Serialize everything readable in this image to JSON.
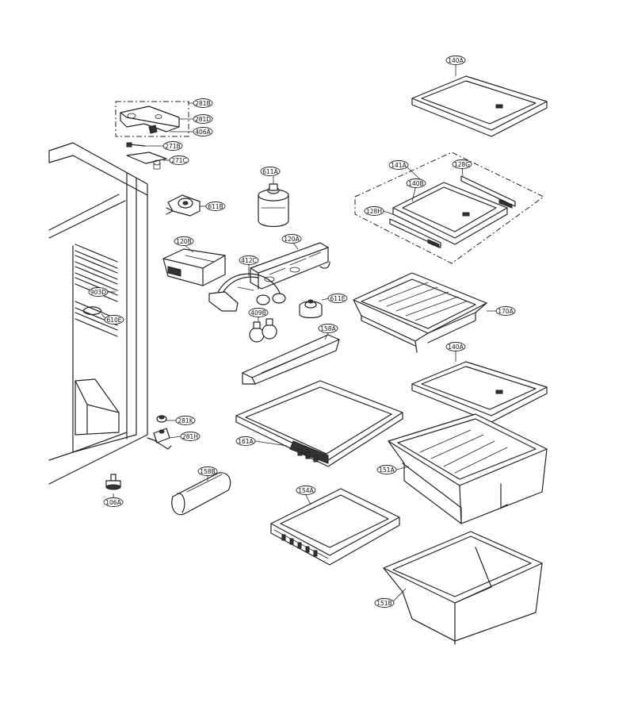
{
  "labels": [
    {
      "id": "140A_top",
      "text": "140A"
    },
    {
      "id": "281B",
      "text": "281B"
    },
    {
      "id": "281D",
      "text": "281D"
    },
    {
      "id": "406A",
      "text": "406A"
    },
    {
      "id": "271B",
      "text": "271B"
    },
    {
      "id": "271C",
      "text": "271C"
    },
    {
      "id": "611A",
      "text": "611A"
    },
    {
      "id": "141A",
      "text": "141A"
    },
    {
      "id": "128G",
      "text": "128G"
    },
    {
      "id": "140B",
      "text": "140B"
    },
    {
      "id": "128H",
      "text": "128H"
    },
    {
      "id": "611B",
      "text": "611B"
    },
    {
      "id": "120B",
      "text": "120B"
    },
    {
      "id": "120A",
      "text": "120A"
    },
    {
      "id": "412C",
      "text": "412C"
    },
    {
      "id": "903D",
      "text": "903D"
    },
    {
      "id": "611E",
      "text": "611E"
    },
    {
      "id": "170A",
      "text": "170A"
    },
    {
      "id": "409B",
      "text": "409B"
    },
    {
      "id": "610E",
      "text": "610E"
    },
    {
      "id": "158A",
      "text": "158A"
    },
    {
      "id": "140A_mid",
      "text": "140A"
    },
    {
      "id": "281K",
      "text": "281K"
    },
    {
      "id": "281H",
      "text": "281H"
    },
    {
      "id": "161A",
      "text": "161A"
    },
    {
      "id": "151A",
      "text": "151A"
    },
    {
      "id": "158B",
      "text": "158B"
    },
    {
      "id": "106A",
      "text": "106A"
    },
    {
      "id": "154A",
      "text": "154A"
    },
    {
      "id": "151B",
      "text": "151B"
    }
  ]
}
